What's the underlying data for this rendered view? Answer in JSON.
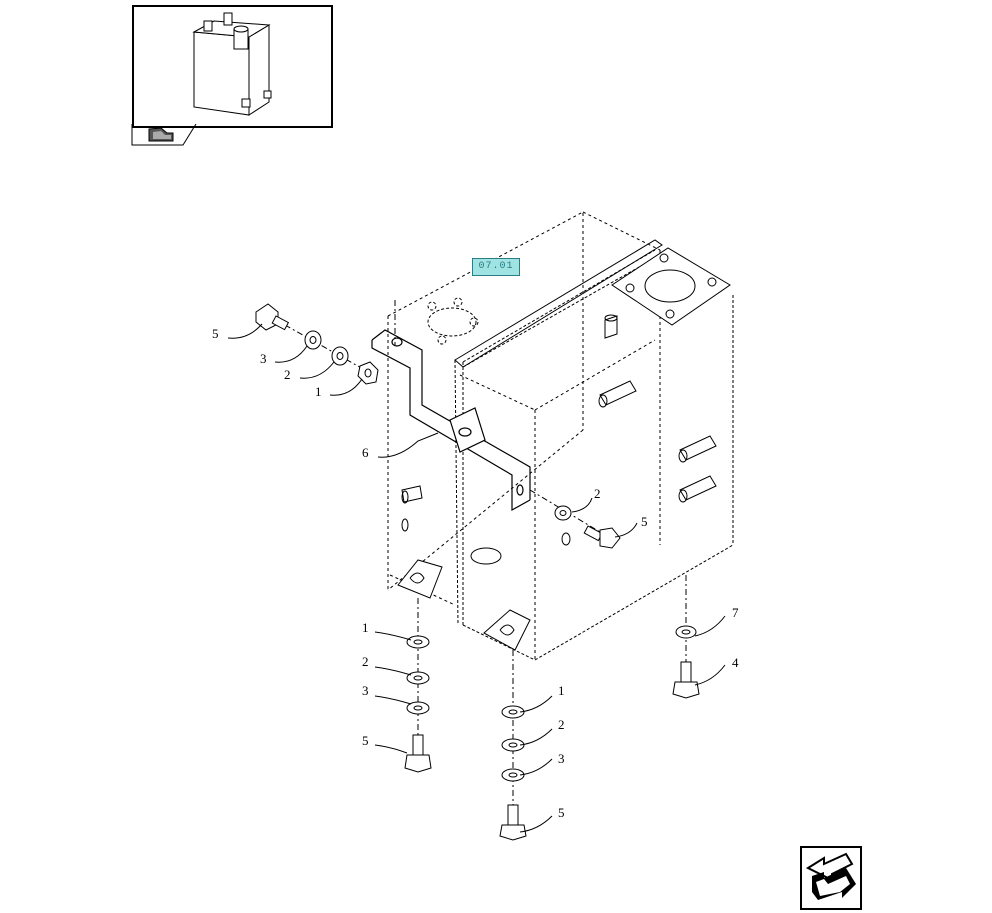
{
  "reference_badge": {
    "label": "07.01"
  },
  "callouts": [
    {
      "id": "c5a",
      "text": "5"
    },
    {
      "id": "c3a",
      "text": "3"
    },
    {
      "id": "c2a",
      "text": "2"
    },
    {
      "id": "c1a",
      "text": "1"
    },
    {
      "id": "c6",
      "text": "6"
    },
    {
      "id": "c2b",
      "text": "2"
    },
    {
      "id": "c5b",
      "text": "5"
    },
    {
      "id": "c7",
      "text": "7"
    },
    {
      "id": "c4",
      "text": "4"
    },
    {
      "id": "c1c",
      "text": "1"
    },
    {
      "id": "c2c",
      "text": "2"
    },
    {
      "id": "c3c",
      "text": "3"
    },
    {
      "id": "c5c",
      "text": "5"
    },
    {
      "id": "c1d",
      "text": "1"
    },
    {
      "id": "c2d",
      "text": "2"
    },
    {
      "id": "c3d",
      "text": "3"
    },
    {
      "id": "c5d",
      "text": "5"
    }
  ],
  "icons": {
    "thumbnail": "tank-thumbnail-icon",
    "tab": "assembly-tab-icon",
    "navigation": "next-page-arrow-icon"
  }
}
